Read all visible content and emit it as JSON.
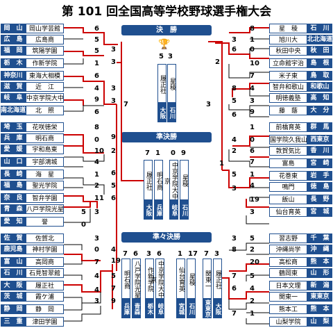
{
  "title": "第 101 回全国高等学校野球選手権大会",
  "rounds": {
    "final": "決　勝",
    "semi": "準決勝",
    "quarter": "準々決勝"
  },
  "left_teams": [
    {
      "pref": "岡　山",
      "school": "岡山学芸館"
    },
    {
      "pref": "広　島",
      "school": "広島商"
    },
    {
      "pref": "福　岡",
      "school": "筑陽学園"
    },
    {
      "pref": "栃　木",
      "school": "作新学院"
    },
    {
      "pref": "神奈川",
      "school": "東海大相模"
    },
    {
      "pref": "滋　賀",
      "school": "近　江"
    },
    {
      "pref": "岐　阜",
      "school": "中京学院大中京"
    },
    {
      "pref": "南北海道",
      "school": "北　照"
    },
    {
      "pref": "埼　玉",
      "school": "花咲徳栄"
    },
    {
      "pref": "兵　庫",
      "school": "明石商"
    },
    {
      "pref": "愛　媛",
      "school": "宇和島東"
    },
    {
      "pref": "山　口",
      "school": "宇部鴻城"
    },
    {
      "pref": "長　崎",
      "school": "海　星"
    },
    {
      "pref": "福　島",
      "school": "聖光学院"
    },
    {
      "pref": "奈　良",
      "school": "智弁学園"
    },
    {
      "pref": "青　森",
      "school": "八戸学院光星"
    },
    {
      "pref": "愛　知",
      "school": "誉"
    },
    {
      "pref": "佐　賀",
      "school": "佐賀北"
    },
    {
      "pref": "鹿児島",
      "school": "神村学園"
    },
    {
      "pref": "富　山",
      "school": "高岡商"
    },
    {
      "pref": "石　川",
      "school": "石見智翠館"
    },
    {
      "pref": "大　阪",
      "school": "履正社"
    },
    {
      "pref": "茨　城",
      "school": "霞ケ浦"
    },
    {
      "pref": "静　岡",
      "school": "静　岡"
    },
    {
      "pref": "三　重",
      "school": "津田学園"
    }
  ],
  "right_teams": [
    {
      "pref": "石　川",
      "school": "星　稜"
    },
    {
      "pref": "北北海道",
      "school": "旭川大"
    },
    {
      "pref": "秋　田",
      "school": "秋田中央"
    },
    {
      "pref": "島　根",
      "school": "立命館宇治"
    },
    {
      "pref": "鳥　取",
      "school": "米子東"
    },
    {
      "pref": "和歌山",
      "school": "智弁和歌山"
    },
    {
      "pref": "高　知",
      "school": "明徳義塾"
    },
    {
      "pref": "大　分",
      "school": "藤　蔭"
    },
    {
      "pref": "群　馬",
      "school": "前橋育英"
    },
    {
      "pref": "西東京",
      "school": "国学院久我山"
    },
    {
      "pref": "香　川",
      "school": "敦賀気比"
    },
    {
      "pref": "宮　崎",
      "school": "富島"
    },
    {
      "pref": "岩　手",
      "school": "花巻東"
    },
    {
      "pref": "徳　島",
      "school": "鳴門"
    },
    {
      "pref": "長　野",
      "school": "飯山"
    },
    {
      "pref": "宮　城",
      "school": "仙台育英"
    },
    {
      "pref": "千　葉",
      "school": "習志野"
    },
    {
      "pref": "沖　縄",
      "school": "沖縄尚学"
    },
    {
      "pref": "熊　本",
      "school": "高松商"
    },
    {
      "pref": "山　形",
      "school": "鶴岡東"
    },
    {
      "pref": "新　潟",
      "school": "日本文理"
    },
    {
      "pref": "東東京",
      "school": "関東一"
    },
    {
      "pref": "熊　本",
      "school": "熊本工"
    },
    {
      "pref": "山　梨",
      "school": "山梨学院"
    }
  ],
  "final": {
    "left": {
      "school": "履正社",
      "pref": "大阪",
      "score": "5"
    },
    "right": {
      "school": "星稜",
      "pref": "石川",
      "score": "3"
    }
  },
  "semi": [
    {
      "school": "履正社",
      "pref": "大阪",
      "score": "7"
    },
    {
      "school": "明石商",
      "pref": "兵庫",
      "score": "1"
    },
    {
      "school": "中京学院大中京",
      "pref": "岐阜",
      "score": "0"
    },
    {
      "school": "星稜",
      "pref": "石川",
      "score": "9"
    }
  ],
  "quarter": [
    {
      "school": "明石商",
      "pref": "兵庫",
      "score": "7"
    },
    {
      "school": "八戸学院光星",
      "pref": "青森",
      "score": "6"
    },
    {
      "school": "作新学院",
      "pref": "栃木",
      "score": "3"
    },
    {
      "school": "中京学院大中京",
      "pref": "岐阜",
      "score": "6"
    },
    {
      "school": "仙台育英",
      "pref": "宮城",
      "score": "1"
    },
    {
      "school": "星稜",
      "pref": "石川",
      "score": "17"
    },
    {
      "school": "関東一",
      "pref": "東東京",
      "score": "7"
    },
    {
      "school": "履正社",
      "pref": "大阪",
      "score": "3"
    }
  ],
  "scores_left": [
    "6",
    "5",
    "3",
    "5",
    "1",
    "3",
    "6",
    "4",
    "3",
    "9",
    "3",
    "6",
    "7",
    "8",
    "0",
    "9",
    "10",
    "2",
    "4",
    "1",
    "6",
    "2",
    "5",
    "11",
    "6",
    "3",
    "5",
    "0",
    "3",
    "0",
    "4",
    "7",
    "19",
    "4",
    "5",
    "4",
    "7",
    "3",
    "9"
  ],
  "scores_right": [
    "8",
    "1",
    "3",
    "0",
    "6",
    "10",
    "2",
    "7",
    "4",
    "8",
    "3",
    "5",
    "9",
    "6",
    "3",
    "1",
    "0",
    "4",
    "6",
    "2",
    "7",
    "1",
    "5",
    "1",
    "4",
    "3",
    "19",
    "3",
    "5",
    "3",
    "2",
    "8",
    "20",
    "5",
    "7",
    "4",
    "6",
    "2",
    "1",
    "7"
  ]
}
